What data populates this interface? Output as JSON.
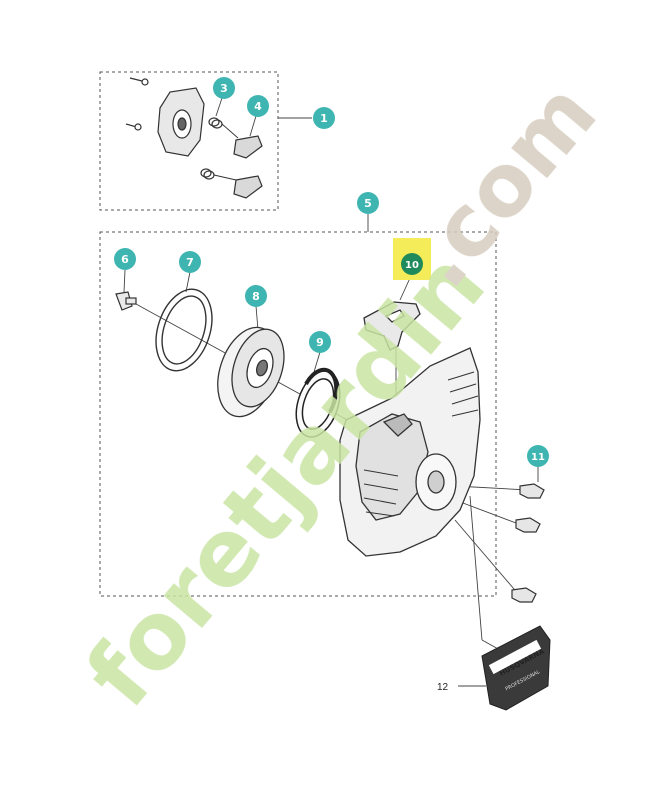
{
  "diagram": {
    "callouts": [
      {
        "id": "1",
        "label": "1"
      },
      {
        "id": "3",
        "label": "3"
      },
      {
        "id": "4",
        "label": "4"
      },
      {
        "id": "5",
        "label": "5"
      },
      {
        "id": "6",
        "label": "6"
      },
      {
        "id": "7",
        "label": "7"
      },
      {
        "id": "8",
        "label": "8"
      },
      {
        "id": "9",
        "label": "9"
      },
      {
        "id": "10",
        "label": "10"
      },
      {
        "id": "11",
        "label": "11"
      }
    ],
    "plain_label": "12",
    "cover_brand": "HUSQVARNA",
    "cover_subtext": "PROFESSIONAL",
    "watermark_part1": "foretjardin",
    "watermark_part2": ".com",
    "colors": {
      "callout": "#3fb5b1",
      "callout_highlight": "#1f8a5b",
      "highlight_box": "#f5ec5a",
      "line": "#444444",
      "watermark_green": "#c9e4a3",
      "watermark_orange": "#f6c991",
      "watermark_gray": "#d6cdbf"
    }
  }
}
